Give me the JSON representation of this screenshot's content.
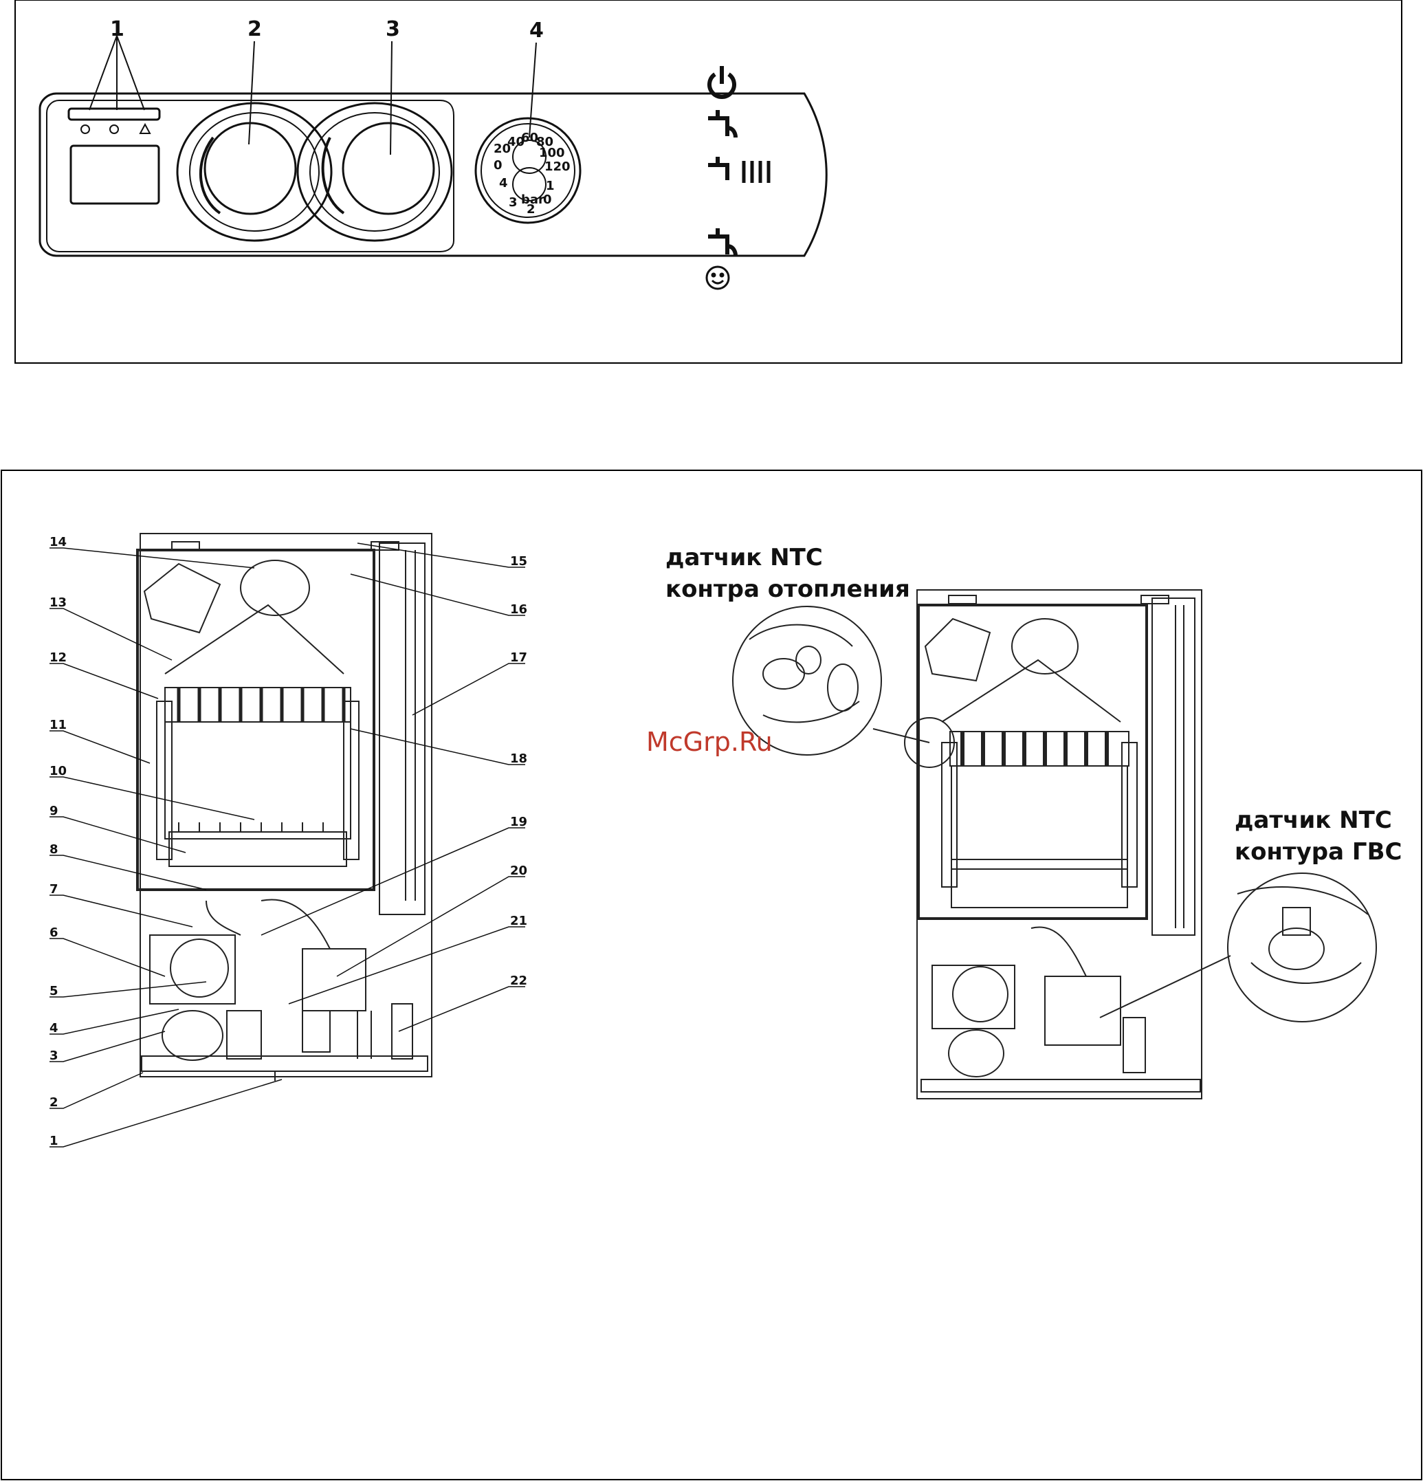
{
  "panel": {
    "callouts": [
      "1",
      "2",
      "3",
      "4"
    ],
    "gauge_ticks_outer": [
      "0",
      "20",
      "40",
      "60",
      "80",
      "100",
      "120"
    ],
    "gauge_ticks_inner": [
      "0",
      "1",
      "2",
      "3",
      "4"
    ],
    "gauge_unit": "bar",
    "legend_icons": [
      "power-icon",
      "tap-icon",
      "tap-radiator-icon",
      "tap-icon",
      "smiley-icon"
    ]
  },
  "boiler_left": {
    "left_labels": [
      "14",
      "13",
      "12",
      "11",
      "10",
      "9",
      "8",
      "7",
      "6",
      "5",
      "4",
      "3",
      "2",
      "1"
    ],
    "right_labels": [
      "15",
      "16",
      "17",
      "18",
      "19",
      "20",
      "21",
      "22"
    ]
  },
  "boiler_right": {
    "sensor_heating": [
      "датчик NTC",
      "контра отопления"
    ],
    "sensor_dhw": [
      "датчик NTC",
      "контура ГВС"
    ]
  },
  "watermark": "McGrp.Ru"
}
